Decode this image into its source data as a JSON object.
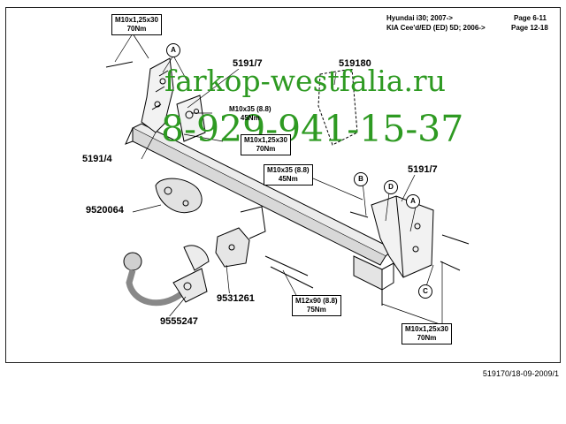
{
  "header": {
    "line1_model": "Hyundai i30; 2007->",
    "line1_page": "Page 6-11",
    "line2_model": "KIA Cee'd/ED (ED) 5D; 2006->",
    "line2_page": "Page 12-18"
  },
  "watermark": {
    "site": "farkop-westfalia.ru",
    "phone": "8-929-941-15-37"
  },
  "parts": {
    "p5191_7_left": "5191/7",
    "p519180": "519180",
    "p5191_4": "5191/4",
    "p5191_7_right": "5191/7",
    "p9520064": "9520064",
    "p9531261": "9531261",
    "p9555247": "9555247"
  },
  "torques": {
    "t_top": {
      "bolt": "M10x1,25x30",
      "torque": "70Nm"
    },
    "t_mid1": {
      "bolt": "M10x35 (8.8)",
      "torque": "45Nm"
    },
    "t_mid2": {
      "bolt": "M10x1,25x30",
      "torque": "70Nm"
    },
    "t_right": {
      "bolt": "M10x35 (8.8)",
      "torque": "45Nm"
    },
    "t_m12": {
      "bolt": "M12x90 (8.8)",
      "torque": "75Nm"
    },
    "t_bottom": {
      "bolt": "M10x1,25x30",
      "torque": "70Nm"
    }
  },
  "callouts": {
    "a_left": "A",
    "b_right": "B",
    "d_right": "D",
    "a_right": "A",
    "c_right": "C"
  },
  "footer": "519170/18-09-2009/1"
}
